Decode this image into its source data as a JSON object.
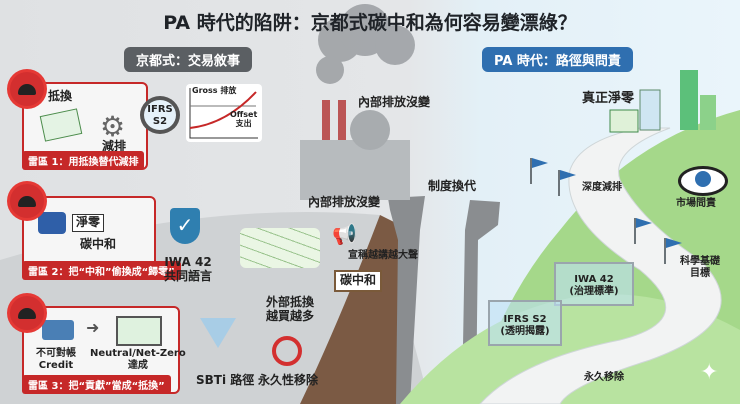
{
  "title": "PA 時代的陷阱：京都式碳中和為何容易變漂綠？",
  "left_section": {
    "heading": "京都式：交易敘事",
    "traps": [
      {
        "label": "雷區 1：用抵換替代減排",
        "items": [
          "抵換",
          "減排"
        ]
      },
      {
        "label": "雷區 2：把“中和”偷換成“歸零”",
        "items": [
          "淨零",
          "碳中和"
        ]
      },
      {
        "label": "雷區 3：把“貢獻”當成“抵換”",
        "items": [
          "不可對帳\nCredit",
          "Neutral/Net-Zero\n達成"
        ]
      }
    ],
    "magnifier_label": "IFRS\nS2",
    "mini_chart": {
      "gross_label": "Gross 排放",
      "offset_label": "Offset\n支出"
    },
    "shield_label": "IWA 42\n共同語言",
    "factory_labels": [
      "內部排放沒變",
      "內部排放沒變"
    ],
    "offsets_pile_label": "外部抵換\n越買越多",
    "megaphone_label": "宣稱越講越大聲",
    "sign_label": "碳中和",
    "funnel_label": "SBTi 路徑",
    "no_label": "永久性移除"
  },
  "middle": {
    "bridge_label": "制度換代"
  },
  "right_section": {
    "heading": "PA 時代：路徑與問責",
    "city_label": "真正淨零",
    "flag_labels": [
      "深度減排",
      "科學基礎\n目標"
    ],
    "eye_label": "市場問責",
    "barriers": [
      "IWA 42\n(治理標準)",
      "IFRS S2\n(透明揭露)"
    ],
    "bottom_label": "永久移除"
  },
  "colors": {
    "trap_red": "#c62828",
    "pa_blue": "#2f6fb0",
    "hill_green": "#a5d88a",
    "kyoto_gray": "#5b5f63"
  }
}
